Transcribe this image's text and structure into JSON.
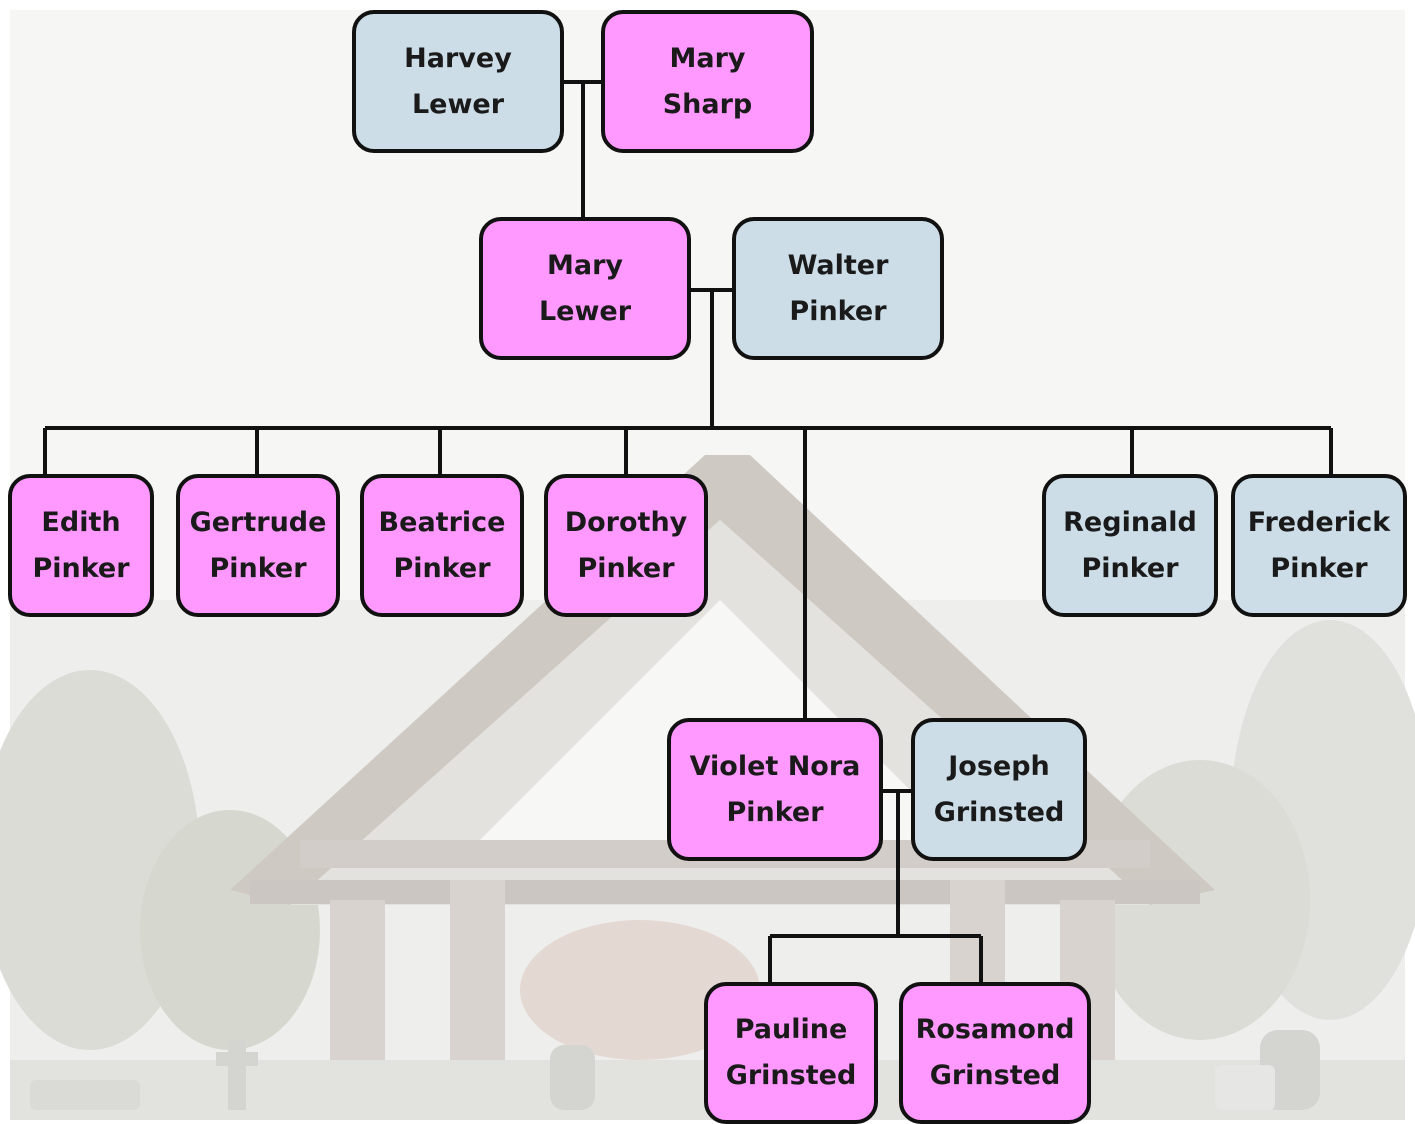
{
  "colors": {
    "female": "#ff99ff",
    "male": "#ccdde8",
    "line": "#111111"
  },
  "people": {
    "harvey_lewer": {
      "first": "Harvey",
      "last": "Lewer"
    },
    "mary_sharp": {
      "first": "Mary",
      "last": "Sharp"
    },
    "mary_lewer": {
      "first": "Mary",
      "last": "Lewer"
    },
    "walter_pinker": {
      "first": "Walter",
      "last": "Pinker"
    },
    "edith_pinker": {
      "first": "Edith",
      "last": "Pinker"
    },
    "gertrude_pinker": {
      "first": "Gertrude",
      "last": "Pinker"
    },
    "beatrice_pinker": {
      "first": "Beatrice",
      "last": "Pinker"
    },
    "dorothy_pinker": {
      "first": "Dorothy",
      "last": "Pinker"
    },
    "reginald_pinker": {
      "first": "Reginald",
      "last": "Pinker"
    },
    "frederick_pinker": {
      "first": "Frederick",
      "last": "Pinker"
    },
    "violet_nora_pinker": {
      "first": "Violet Nora",
      "last": "Pinker"
    },
    "joseph_grinsted": {
      "first": "Joseph",
      "last": "Grinsted"
    },
    "pauline_grinsted": {
      "first": "Pauline",
      "last": "Grinsted"
    },
    "rosamond_grinsted": {
      "first": "Rosamond",
      "last": "Grinsted"
    }
  }
}
